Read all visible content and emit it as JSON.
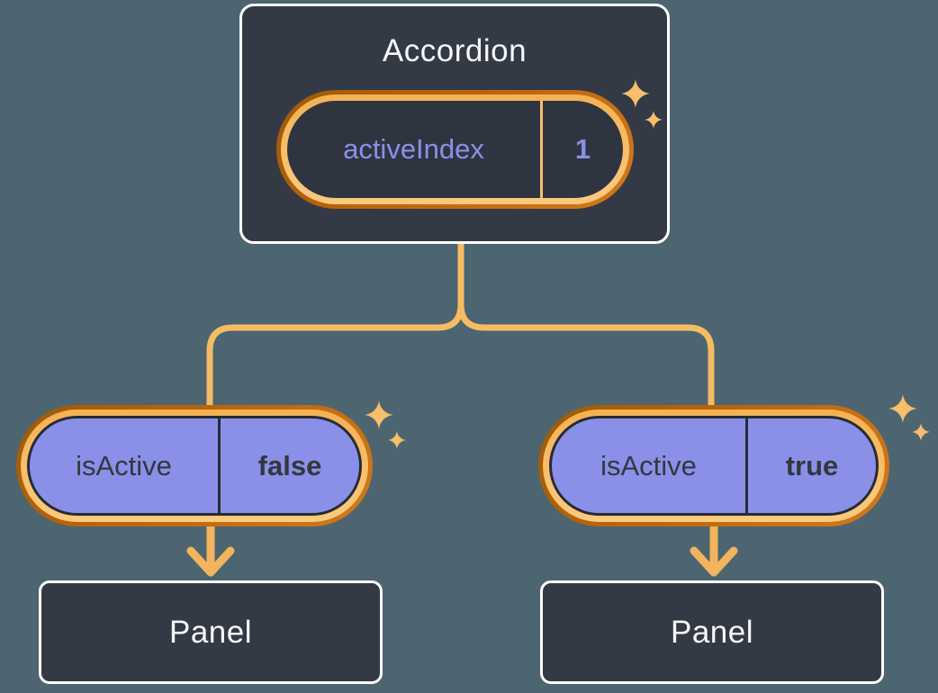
{
  "accordion": {
    "title": "Accordion",
    "state": {
      "name": "activeIndex",
      "value": "1"
    }
  },
  "branches": [
    {
      "prop": {
        "name": "isActive",
        "value": "false"
      },
      "panel": {
        "title": "Panel"
      }
    },
    {
      "prop": {
        "name": "isActive",
        "value": "true"
      },
      "panel": {
        "title": "Panel"
      }
    }
  ],
  "icons": {
    "sparkle": "sparkle-icon"
  },
  "colors": {
    "background": "#4C6570",
    "box_fill": "#333A45",
    "box_border": "#FFFFFF",
    "title_text": "#F6F7F9",
    "pill_fill": "#8A90E8",
    "pill_text": "#33373E",
    "state_pill_fill": "#2F3540",
    "state_text": "#8A90E8",
    "ring_outer": "#BC650C",
    "ring_inner": "#F8BE6C",
    "wire": "#F4BC63",
    "arrow": "#F2B45C",
    "sparkle": "#F8BE6C"
  }
}
